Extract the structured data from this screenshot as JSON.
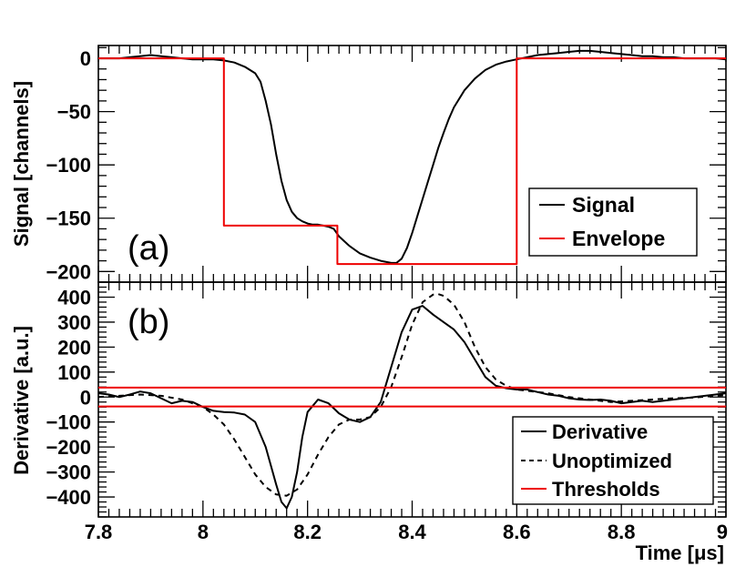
{
  "chart_data": [
    {
      "type": "line",
      "panel_label": "(a)",
      "ylabel": "Signal  [channels]",
      "xlim": [
        7.8,
        9.0
      ],
      "ylim": [
        -210,
        12
      ],
      "x_ticks": [
        "7.8",
        "8",
        "8.2",
        "8.4",
        "8.6",
        "8.8",
        "9"
      ],
      "y_ticks": [
        "0",
        "−50",
        "−100",
        "−150",
        "−200"
      ],
      "y_tick_values": [
        0,
        -50,
        -100,
        -150,
        -200
      ],
      "legend_position": "lower-right",
      "series": [
        {
          "name": "Signal",
          "color": "#000000",
          "style": "solid",
          "x": [
            7.8,
            7.82,
            7.84,
            7.86,
            7.88,
            7.9,
            7.92,
            7.94,
            7.96,
            7.98,
            8.0,
            8.02,
            8.04,
            8.06,
            8.08,
            8.1,
            8.11,
            8.12,
            8.13,
            8.14,
            8.15,
            8.16,
            8.17,
            8.18,
            8.19,
            8.2,
            8.21,
            8.22,
            8.23,
            8.24,
            8.25,
            8.26,
            8.28,
            8.3,
            8.32,
            8.34,
            8.36,
            8.37,
            8.38,
            8.39,
            8.4,
            8.41,
            8.42,
            8.43,
            8.44,
            8.45,
            8.46,
            8.47,
            8.48,
            8.5,
            8.52,
            8.54,
            8.56,
            8.58,
            8.6,
            8.62,
            8.64,
            8.66,
            8.68,
            8.7,
            8.72,
            8.74,
            8.76,
            8.78,
            8.8,
            8.82,
            8.84,
            8.86,
            8.88,
            8.9,
            8.92,
            8.94,
            8.96,
            8.98,
            9.0
          ],
          "y": [
            0,
            0,
            0,
            1,
            2,
            3,
            2,
            1,
            0,
            -1,
            -1,
            -1,
            -2,
            -4,
            -8,
            -14,
            -22,
            -40,
            -62,
            -90,
            -115,
            -133,
            -144,
            -150,
            -153,
            -155,
            -156,
            -156,
            -157,
            -158,
            -160,
            -167,
            -176,
            -183,
            -187,
            -190,
            -192,
            -192,
            -188,
            -178,
            -164,
            -148,
            -132,
            -116,
            -100,
            -84,
            -70,
            -57,
            -46,
            -30,
            -19,
            -11,
            -6,
            -3,
            -1,
            1,
            3,
            4,
            5,
            6,
            7,
            7,
            6,
            5,
            4,
            3,
            2,
            2,
            1,
            1,
            0,
            0,
            0,
            0,
            -1
          ]
        },
        {
          "name": "Envelope",
          "color": "#ee0000",
          "style": "solid",
          "x": [
            7.8,
            8.04,
            8.04,
            8.257,
            8.257,
            8.6,
            8.6,
            9.0
          ],
          "y": [
            0,
            0,
            -157,
            -157,
            -193,
            -193,
            0,
            0
          ]
        }
      ]
    },
    {
      "type": "line",
      "panel_label": "(b)",
      "xlabel": "Time  [μs]",
      "ylabel": "Derivative  [a.u.]",
      "xlim": [
        7.8,
        9.0
      ],
      "ylim": [
        -480,
        460
      ],
      "x_ticks": [
        "7.8",
        "8",
        "8.2",
        "8.4",
        "8.6",
        "8.8",
        "9"
      ],
      "y_ticks": [
        "400",
        "300",
        "200",
        "100",
        "0",
        "−100",
        "−200",
        "−300",
        "−400"
      ],
      "y_tick_values": [
        400,
        300,
        200,
        100,
        0,
        -100,
        -200,
        -300,
        -400
      ],
      "legend_position": "lower-right",
      "series": [
        {
          "name": "Derivative",
          "color": "#000000",
          "style": "solid",
          "x": [
            7.8,
            7.82,
            7.84,
            7.86,
            7.88,
            7.9,
            7.92,
            7.94,
            7.96,
            7.98,
            8.0,
            8.02,
            8.04,
            8.06,
            8.08,
            8.1,
            8.12,
            8.14,
            8.15,
            8.16,
            8.17,
            8.18,
            8.19,
            8.2,
            8.22,
            8.24,
            8.26,
            8.28,
            8.3,
            8.32,
            8.34,
            8.36,
            8.38,
            8.4,
            8.42,
            8.44,
            8.46,
            8.48,
            8.5,
            8.52,
            8.54,
            8.56,
            8.58,
            8.6,
            8.62,
            8.64,
            8.66,
            8.68,
            8.7,
            8.72,
            8.74,
            8.76,
            8.78,
            8.8,
            8.82,
            8.84,
            8.86,
            8.88,
            8.9,
            8.92,
            8.94,
            8.96,
            8.98,
            9.0
          ],
          "y": [
            15,
            10,
            0,
            10,
            22,
            15,
            -5,
            -25,
            -15,
            -20,
            -40,
            -55,
            -60,
            -62,
            -70,
            -100,
            -200,
            -350,
            -420,
            -445,
            -400,
            -300,
            -160,
            -60,
            -10,
            -25,
            -65,
            -90,
            -100,
            -80,
            -20,
            120,
            260,
            350,
            365,
            330,
            300,
            270,
            220,
            150,
            80,
            45,
            35,
            30,
            30,
            20,
            10,
            5,
            -5,
            -10,
            -12,
            -10,
            -15,
            -25,
            -20,
            -15,
            -20,
            -15,
            -10,
            -5,
            0,
            5,
            10,
            15
          ]
        },
        {
          "name": "Unoptimized",
          "color": "#000000",
          "style": "dashed",
          "x": [
            7.8,
            7.84,
            7.88,
            7.92,
            7.96,
            8.0,
            8.02,
            8.04,
            8.06,
            8.08,
            8.1,
            8.12,
            8.14,
            8.16,
            8.18,
            8.2,
            8.22,
            8.24,
            8.26,
            8.28,
            8.3,
            8.32,
            8.34,
            8.36,
            8.38,
            8.4,
            8.42,
            8.44,
            8.45,
            8.46,
            8.48,
            8.5,
            8.52,
            8.54,
            8.56,
            8.58,
            8.6,
            8.62,
            8.66,
            8.7,
            8.74,
            8.78,
            8.82,
            8.86,
            8.9,
            8.94,
            8.98,
            9.0
          ],
          "y": [
            0,
            5,
            10,
            5,
            -10,
            -40,
            -70,
            -110,
            -170,
            -240,
            -310,
            -360,
            -390,
            -395,
            -370,
            -310,
            -230,
            -160,
            -110,
            -90,
            -90,
            -80,
            -40,
            40,
            160,
            290,
            380,
            410,
            412,
            405,
            370,
            300,
            200,
            120,
            70,
            45,
            30,
            25,
            15,
            0,
            -10,
            -20,
            -15,
            -10,
            -5,
            -2,
            5,
            8
          ]
        },
        {
          "name": "Thresholds",
          "color": "#ee0000",
          "style": "solid",
          "levels": [
            38,
            -38
          ]
        }
      ]
    }
  ]
}
